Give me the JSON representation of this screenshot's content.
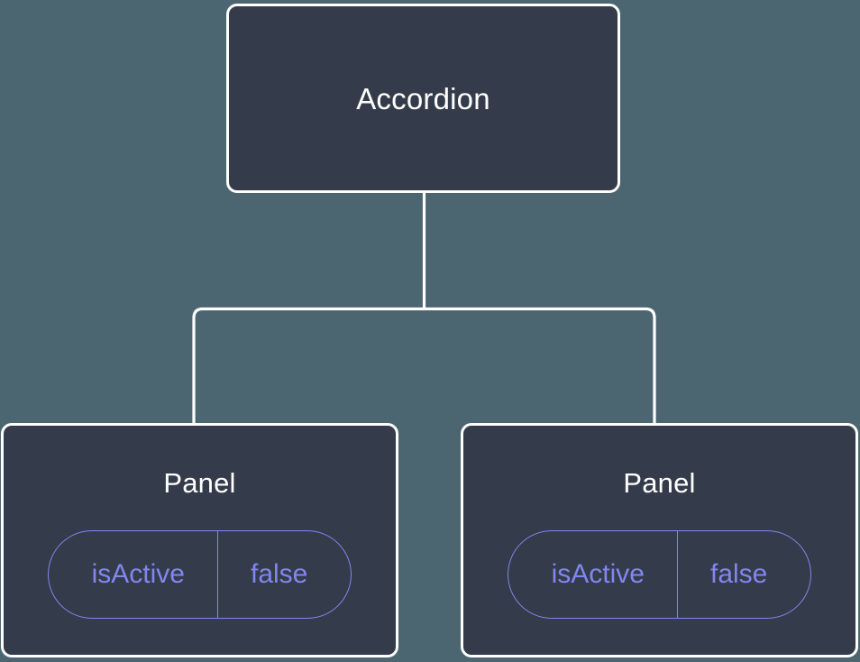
{
  "diagram": {
    "type": "component-tree",
    "background_color": "#4b6671",
    "node_fill_color": "#343b4a",
    "node_border_color": "#ffffff",
    "node_text_color": "#ffffff",
    "prop_accent_color": "#8187ee",
    "edge_color": "#ffffff"
  },
  "root": {
    "label": "Accordion"
  },
  "children": [
    {
      "label": "Panel",
      "prop": {
        "key": "isActive",
        "value": "false"
      }
    },
    {
      "label": "Panel",
      "prop": {
        "key": "isActive",
        "value": "false"
      }
    }
  ]
}
